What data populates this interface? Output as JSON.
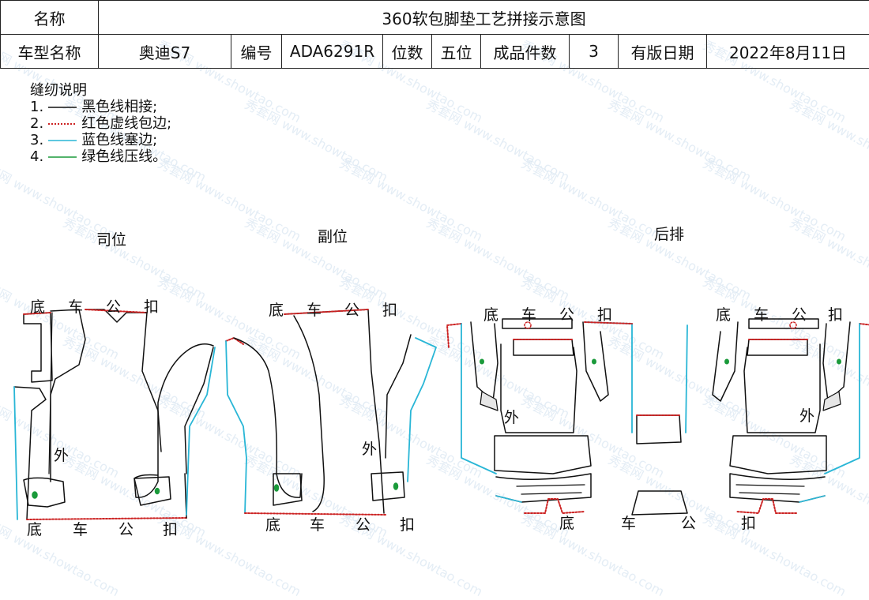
{
  "header": {
    "name_label": "名称",
    "title": "360软包脚垫工艺拼接示意图",
    "model_label": "车型名称",
    "model_value": "奥迪S7",
    "code_label": "编号",
    "code_value": "ADA6291R",
    "seats_label": "位数",
    "seats_value": "五位",
    "pieces_label": "成品件数",
    "pieces_value": "3",
    "date_label": "有版日期",
    "date_value": "2022年8月11日"
  },
  "notes": {
    "heading": "缝纫说明",
    "items": [
      {
        "num": "1.",
        "text": "黑色线相接;",
        "color": "#111111",
        "style": "solid"
      },
      {
        "num": "2.",
        "text": "红色虚线包边;",
        "color": "#cc2222",
        "style": "dotted"
      },
      {
        "num": "3.",
        "text": "蓝色线塞边;",
        "color": "#29b6d6",
        "style": "solid"
      },
      {
        "num": "4.",
        "text": "绿色线压线。",
        "color": "#1a9a3a",
        "style": "solid"
      }
    ]
  },
  "sections": {
    "driver": "司位",
    "passenger": "副位",
    "rear": "后排"
  },
  "marks": {
    "di": "底",
    "che": "车",
    "gong": "公",
    "kou": "扣",
    "wai": "外"
  },
  "watermark": {
    "cn": "秀套网",
    "en": "www.showtao.com"
  },
  "colors": {
    "black": "#111111",
    "red": "#cc2222",
    "blue": "#29b6d6",
    "green": "#1a9a3a"
  }
}
